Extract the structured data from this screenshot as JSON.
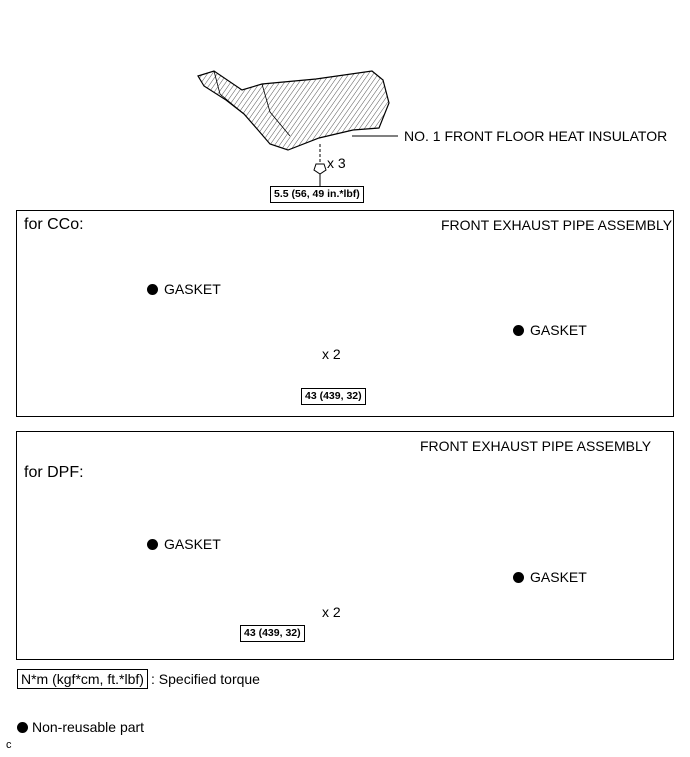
{
  "insulator": {
    "label": "NO. 1 FRONT FLOOR HEAT INSULATOR",
    "qty": "x 3",
    "torque": "5.5 (56, 49 in.*lbf)"
  },
  "panel_cco": {
    "title": "for CCo:",
    "pipe_label": "FRONT EXHAUST PIPE ASSEMBLY",
    "gasket_left": "GASKET",
    "gasket_right": "GASKET",
    "qty": "x 2",
    "torque": "43 (439, 32)"
  },
  "panel_dpf": {
    "title": "for DPF:",
    "pipe_label": "FRONT EXHAUST PIPE ASSEMBLY",
    "gasket_left": "GASKET",
    "gasket_right": "GASKET",
    "qty": "x 2",
    "torque": "43 (439, 32)"
  },
  "legend": {
    "torque_unit": "N*m (kgf*cm, ft.*lbf)",
    "torque_desc": ": Specified torque",
    "nonreusable": "Non-reusable part"
  },
  "figure_code": "c",
  "icons": [
    "non-reusable-dot-icon"
  ]
}
